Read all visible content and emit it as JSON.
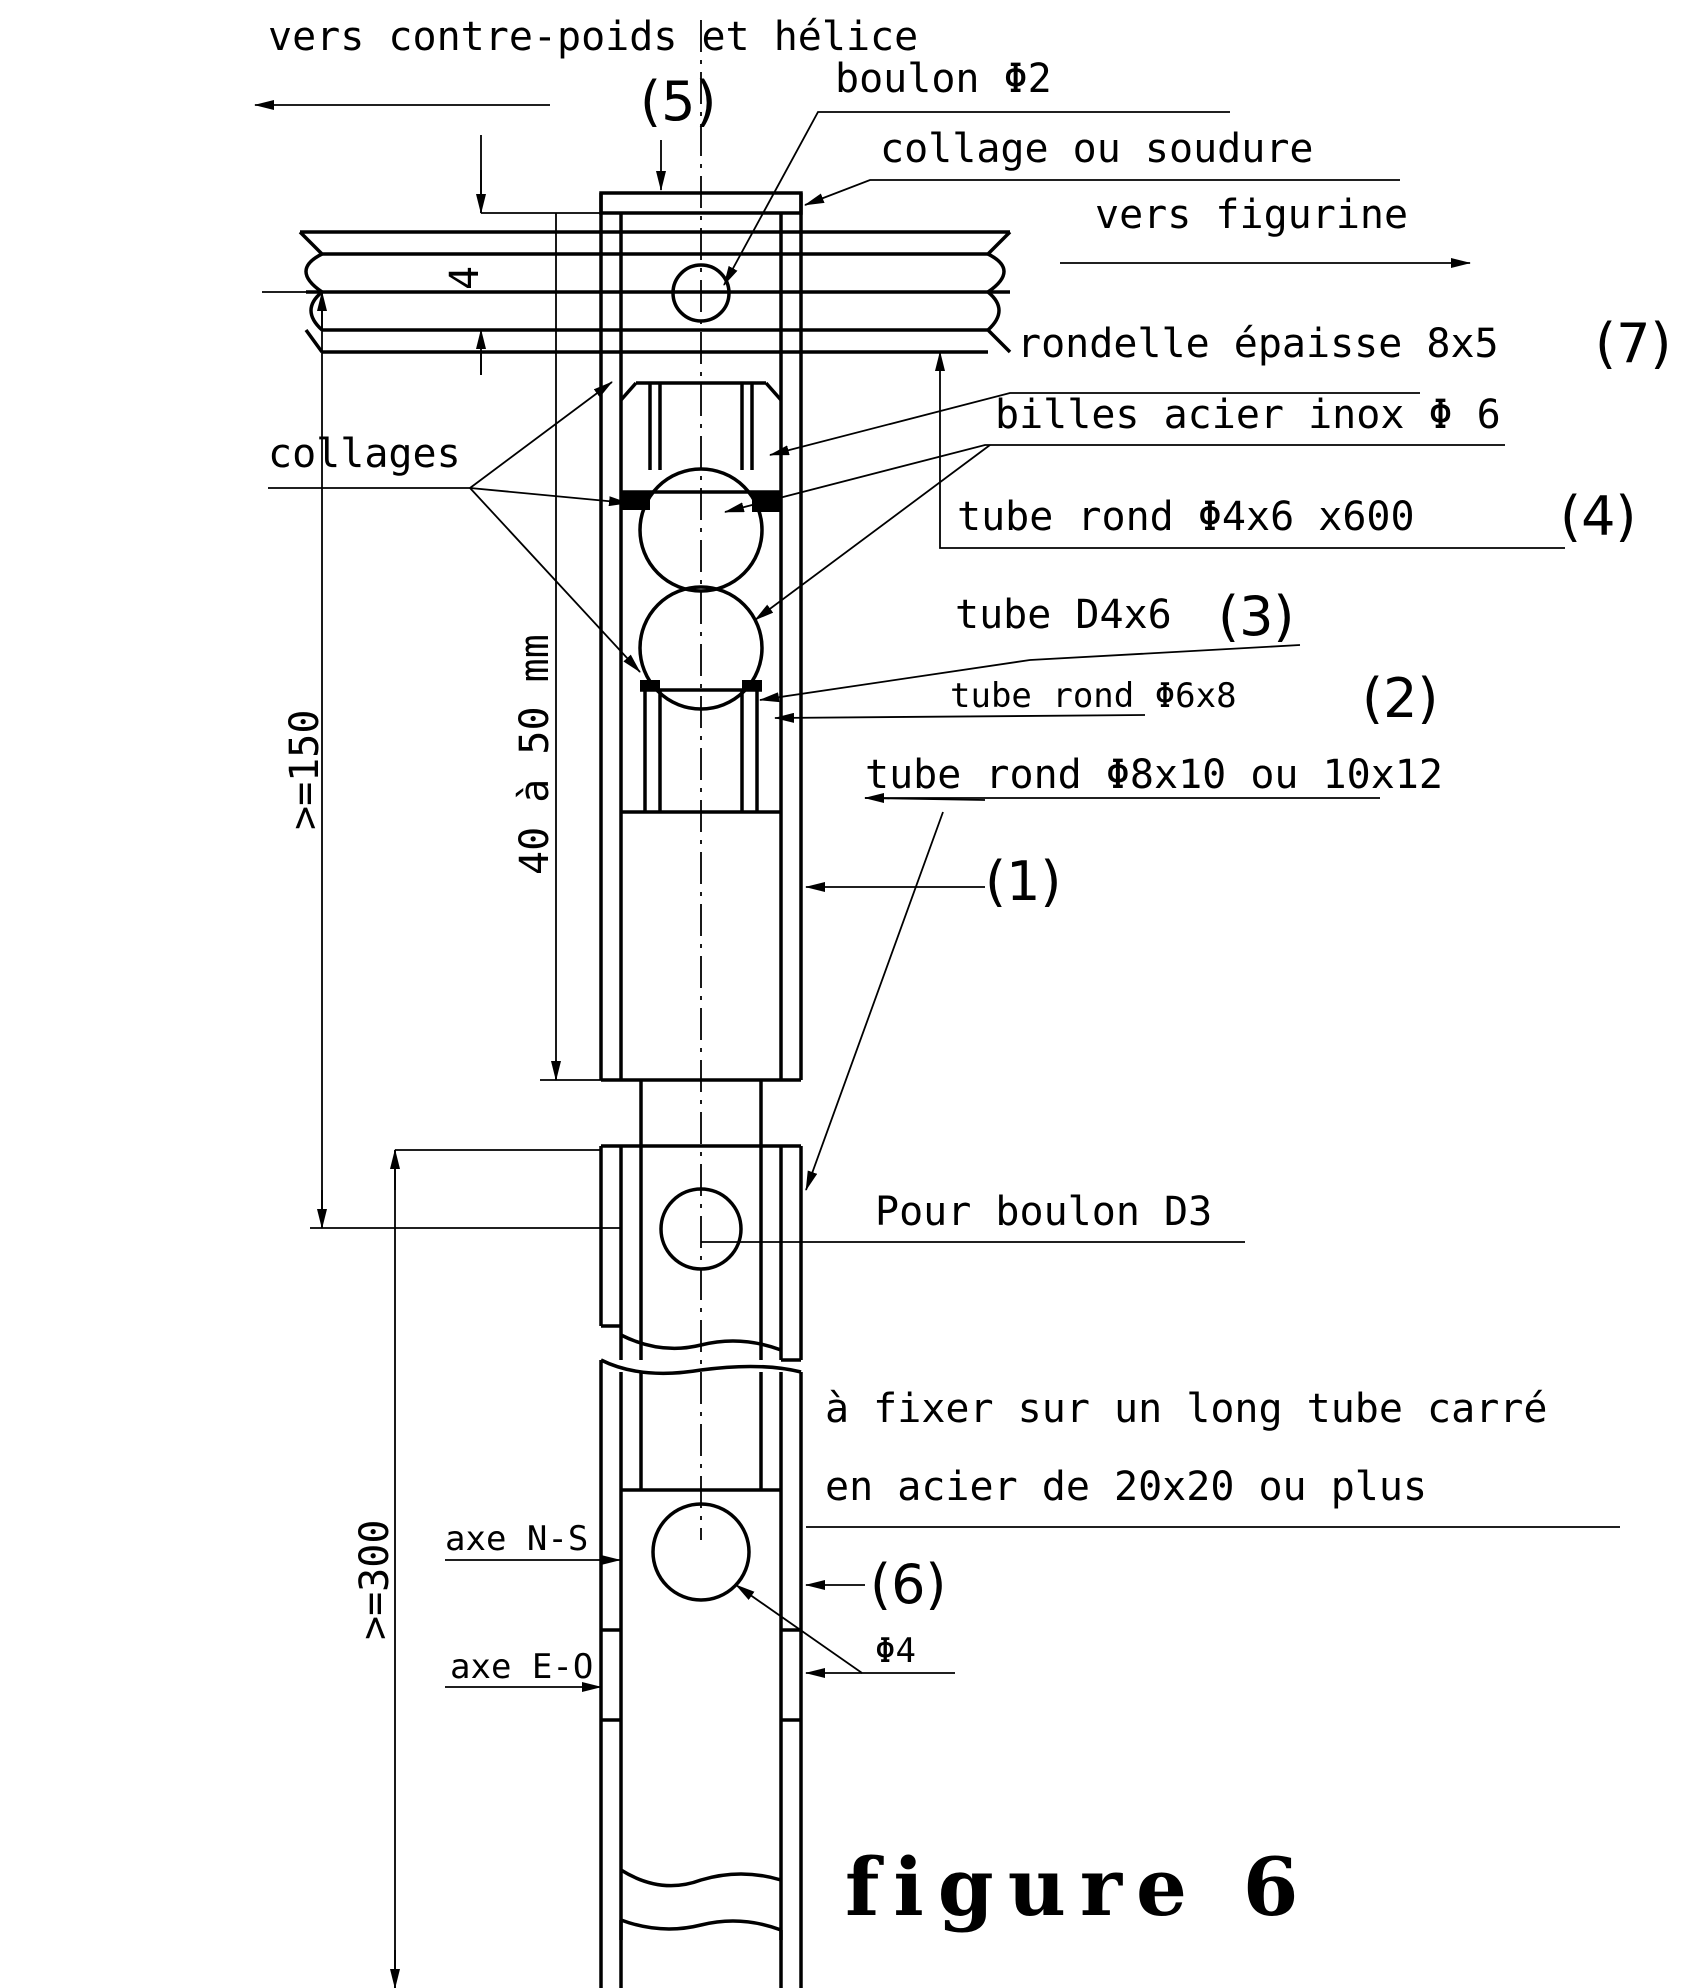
{
  "labels": {
    "counterweight": "vers contre-poids et hélice",
    "ref5": "(5)",
    "bolt2": "boulon Φ2",
    "glue": "collage ou soudure",
    "figurine": "vers figurine",
    "washer": "rondelle épaisse 8x5",
    "ref7": "(7)",
    "balls": "billes acier inox Φ 6",
    "collages": "collages",
    "tube4": "tube rond Φ4x6 x600",
    "ref4": "(4)",
    "tube3": "tube D4x6",
    "ref3": "(3)",
    "tube2": "tube rond Φ6x8",
    "ref2": "(2)",
    "tube1": "tube rond Φ8x10 ou 10x12",
    "ref1": "(1)",
    "boltD3": "Pour boulon D3",
    "fix1": "à fixer sur un long tube carré",
    "fix2": "en acier de 20x20 ou plus",
    "ref6": "(6)",
    "axisNS": "axe N-S",
    "axisEO": "axe E-O",
    "hole4": "Φ4",
    "figure": "figure 6"
  },
  "dimensions": {
    "d4": "4",
    "d40_50": "40 à 50 mm",
    "d150": ">=150",
    "d300": ">=300"
  }
}
